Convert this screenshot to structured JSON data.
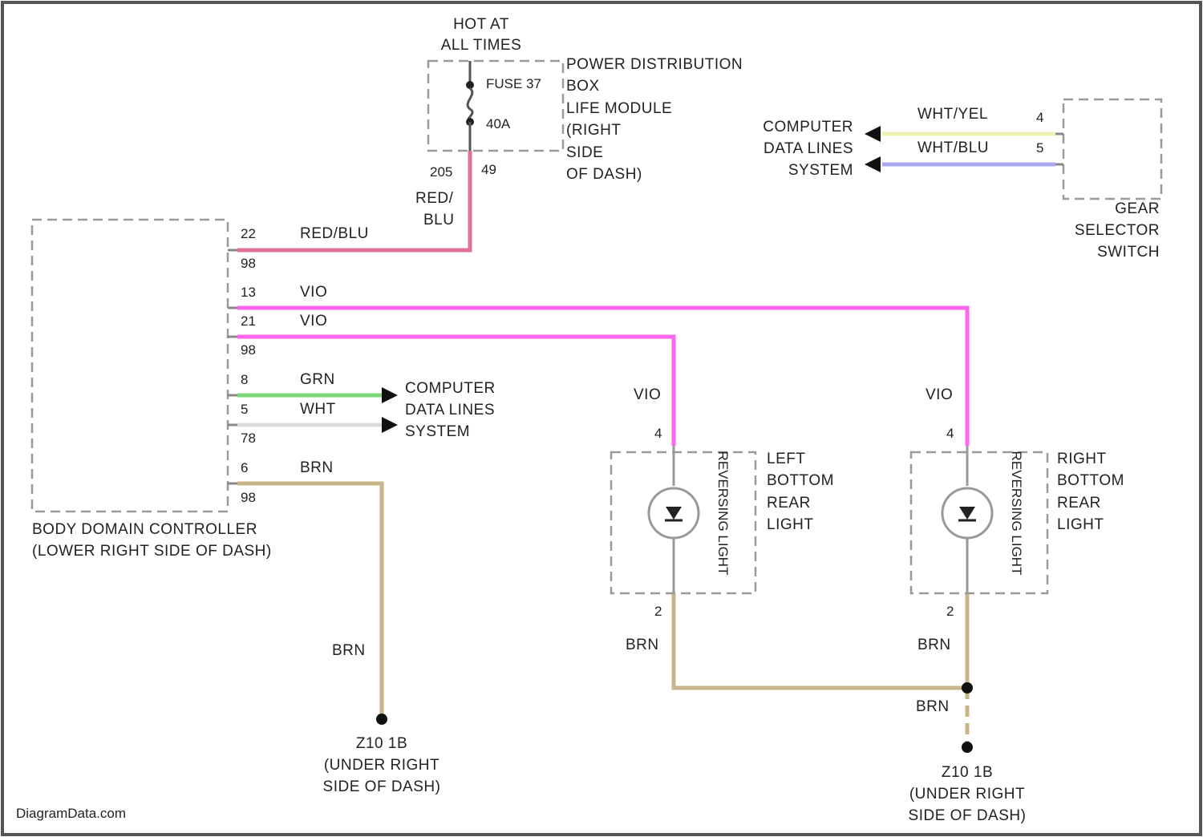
{
  "colors": {
    "red_blu": "#e0709a",
    "vio": "#ff66ee",
    "grn": "#7ed87a",
    "wht": "#dcdcdc",
    "brn": "#c8b68a",
    "wht_yel": "#ecf0b0",
    "wht_blu": "#a9a8ee",
    "component_outline": "#9a9a9a",
    "border": "#555555"
  },
  "power": {
    "hot_line1": "HOT AT",
    "hot_line2": "ALL TIMES",
    "fuse_label": "FUSE 37",
    "fuse_rating": "40A",
    "pdb_lines": [
      "POWER DISTRIBUTION",
      "BOX",
      "LIFE MODULE",
      "(RIGHT",
      "SIDE",
      "OF DASH)"
    ],
    "pin_left": "205",
    "pin_right": "49",
    "wire_color_line1": "RED/",
    "wire_color_line2": "BLU"
  },
  "bdc": {
    "name": "BODY DOMAIN CONTROLLER",
    "location": "(LOWER RIGHT SIDE OF DASH)",
    "pins": [
      {
        "pin": "22",
        "wire": "RED/BLU",
        "connector": "98"
      },
      {
        "pin": "13",
        "wire": "VIO"
      },
      {
        "pin": "21",
        "wire": "VIO",
        "connector": "98"
      },
      {
        "pin": "8",
        "wire": "GRN"
      },
      {
        "pin": "5",
        "wire": "WHT",
        "connector": "78"
      },
      {
        "pin": "6",
        "wire": "BRN",
        "connector": "98"
      }
    ]
  },
  "data_lines_left": [
    "COMPUTER",
    "DATA LINES",
    "SYSTEM"
  ],
  "data_lines_right": [
    "COMPUTER",
    "DATA LINES",
    "SYSTEM"
  ],
  "gear_selector": {
    "name_lines": [
      "GEAR",
      "SELECTOR",
      "SWITCH"
    ],
    "wire1": "WHT/YEL",
    "pin1": "4",
    "wire2": "WHT/BLU",
    "pin2": "5"
  },
  "left_lamp": {
    "name_lines": [
      "LEFT",
      "BOTTOM",
      "REAR",
      "LIGHT"
    ],
    "inner_label": "REVERSING LIGHT",
    "top_wire": "VIO",
    "top_pin": "4",
    "bottom_pin": "2",
    "bottom_wire": "BRN"
  },
  "right_lamp": {
    "name_lines": [
      "RIGHT",
      "BOTTOM",
      "REAR",
      "LIGHT"
    ],
    "inner_label": "REVERSING LIGHT",
    "top_wire": "VIO",
    "top_pin": "4",
    "bottom_pin": "2",
    "bottom_wire": "BRN"
  },
  "ground_left": {
    "wire": "BRN",
    "lines": [
      "Z10 1B",
      "(UNDER RIGHT",
      "SIDE OF DASH)"
    ]
  },
  "ground_right": {
    "wire": "BRN",
    "lines": [
      "Z10 1B",
      "(UNDER RIGHT",
      "SIDE OF DASH)"
    ]
  },
  "watermark": "DiagramData.com"
}
